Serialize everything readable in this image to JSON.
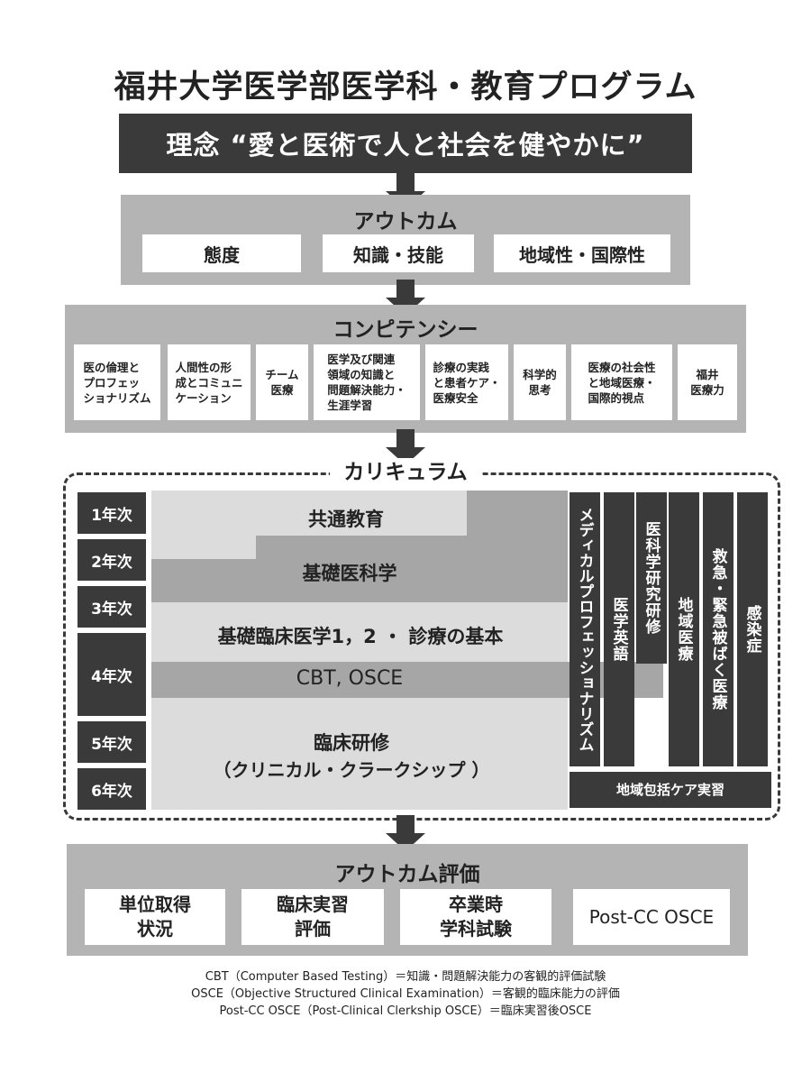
{
  "title": "福井大学医学部医学科・教育プログラム",
  "philosophy": "理念 “愛と医術で人と社会を健やかに”",
  "outcome": {
    "title": "アウトカム",
    "items": [
      "態度",
      "知識・技能",
      "地域性・国際性"
    ]
  },
  "competency": {
    "title": "コンピテンシー",
    "items": [
      [
        "医の倫理と",
        "プロフェッ",
        "ショナリズム"
      ],
      [
        "人間性の形",
        "成とコミュニ",
        "ケーション"
      ],
      [
        "チーム",
        "医療"
      ],
      [
        "医学及び関連",
        "領域の知識と",
        "問題解決能力・",
        "生涯学習"
      ],
      [
        "診療の実践",
        "と患者ケア・",
        "医療安全"
      ],
      [
        "科学的",
        "思考"
      ],
      [
        "医療の社会性",
        "と地域医療・",
        "国際的視点"
      ],
      [
        "福井",
        "医療力"
      ]
    ]
  },
  "curriculum": {
    "title": "カリキュラム",
    "years": [
      "1年次",
      "2年次",
      "3年次",
      "4年次",
      "5年次",
      "6年次"
    ],
    "blocks": {
      "common": "共通教育",
      "basic": "基礎医科学",
      "clinical_basic": "基礎臨床医学1，2 ・ 診療の基本",
      "cbt": "CBT, OSCE",
      "clerkship_1": "臨床研修",
      "clerkship_2": "（クリニカル・クラークシップ ）"
    },
    "columns": [
      "メディカルプロフェッショナリズム",
      "医学英語",
      "医科学研究研修",
      "地域医療",
      "救急・緊急被ばく医療",
      "感染症"
    ],
    "community": "地域包括ケア実習"
  },
  "evaluation": {
    "title": "アウトカム評価",
    "items": [
      [
        "単位取得",
        "状況"
      ],
      [
        "臨床実習",
        "評価"
      ],
      [
        "卒業時",
        "学科試験"
      ],
      [
        "Post-CC OSCE"
      ]
    ]
  },
  "footnotes": [
    "CBT（Computer Based Testing）＝知識・問題解決能力の客観的評価試験",
    "OSCE（Objective Structured Clinical Examination）＝客観的臨床能力の評価",
    "Post-CC OSCE（Post-Clinical Clerkship OSCE）＝臨床実習後OSCE"
  ],
  "colors": {
    "dark": "#3a3a3a",
    "panel": "#b4b4b4",
    "light": "#dcdcdc",
    "mid": "#a6a6a6"
  }
}
